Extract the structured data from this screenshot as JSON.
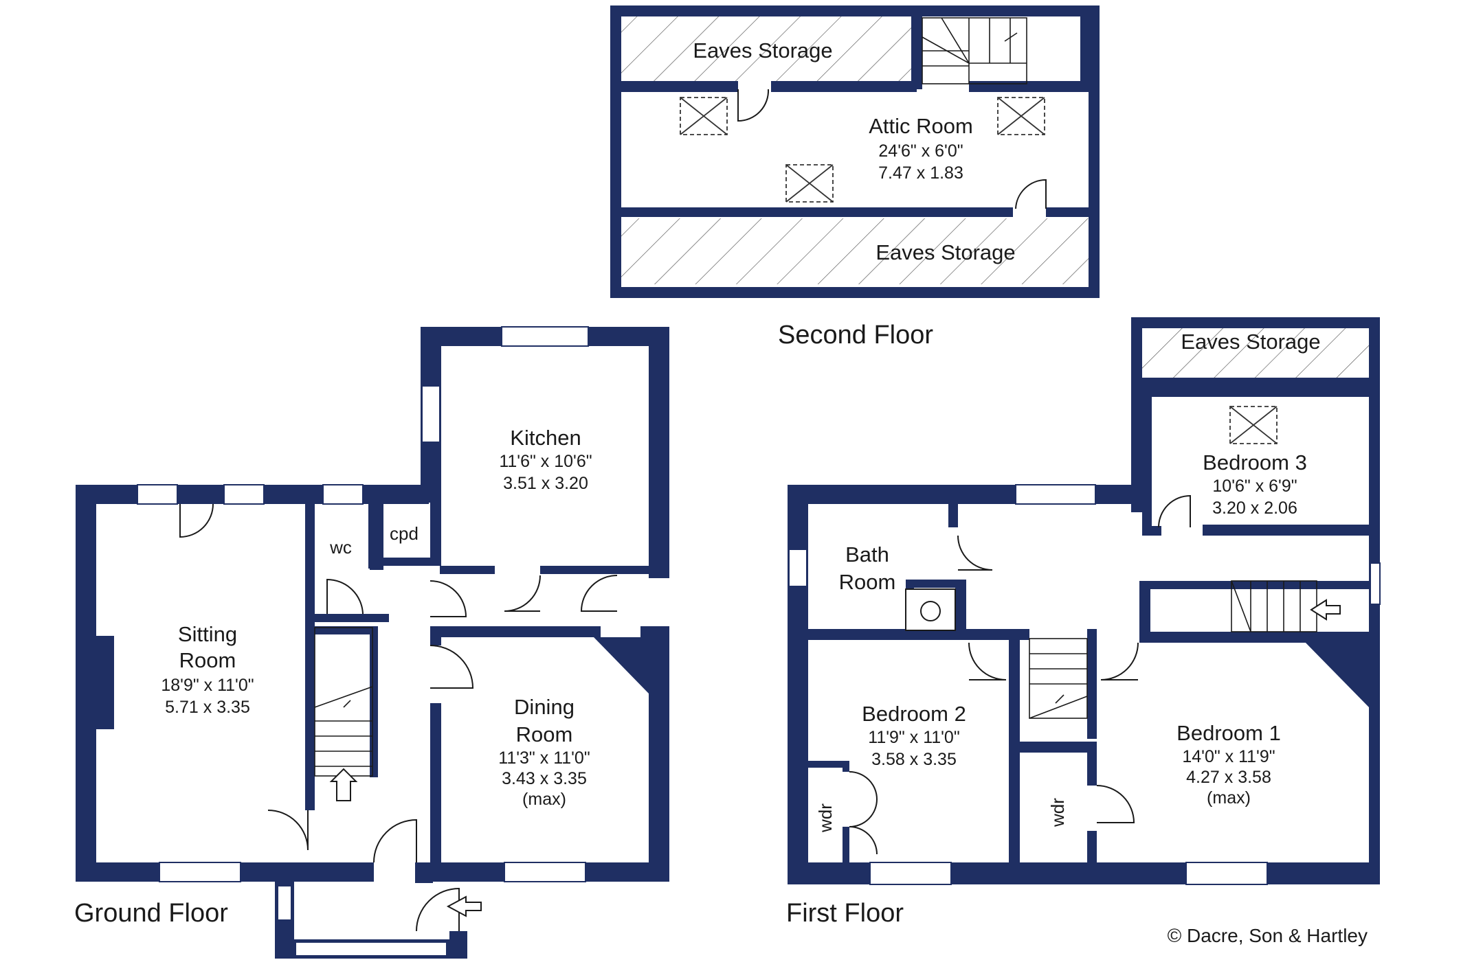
{
  "floors": {
    "ground": "Ground Floor",
    "first": "First Floor",
    "second": "Second Floor"
  },
  "rooms": {
    "attic": {
      "name": "Attic Room",
      "dim_imperial": "24'6\" x 6'0\"",
      "dim_metric": "7.47 x 1.83"
    },
    "eaves_storage": "Eaves Storage",
    "kitchen": {
      "name": "Kitchen",
      "dim_imperial": "11'6\" x 10'6\"",
      "dim_metric": "3.51 x 3.20"
    },
    "sitting": {
      "name_line1": "Sitting",
      "name_line2": "Room",
      "dim_imperial": "18'9\" x 11'0\"",
      "dim_metric": "5.71 x 3.35"
    },
    "dining": {
      "name_line1": "Dining",
      "name_line2": "Room",
      "dim_imperial": "11'3\" x 11'0\"",
      "dim_metric": "3.43 x 3.35",
      "note": "(max)"
    },
    "wc": "wc",
    "cpd": "cpd",
    "bath": {
      "name_line1": "Bath",
      "name_line2": "Room"
    },
    "bedroom1": {
      "name": "Bedroom 1",
      "dim_imperial": "14'0\" x 11'9\"",
      "dim_metric": "4.27 x 3.58",
      "note": "(max)"
    },
    "bedroom2": {
      "name": "Bedroom 2",
      "dim_imperial": "11'9\" x 11'0\"",
      "dim_metric": "3.58 x 3.35"
    },
    "bedroom3": {
      "name": "Bedroom 3",
      "dim_imperial": "10'6\" x 6'9\"",
      "dim_metric": "3.20 x 2.06"
    },
    "wardrobe": "wdr"
  },
  "copyright": "© Dacre, Son & Hartley",
  "colors": {
    "wall": "#1f2f63",
    "background": "#ffffff",
    "text": "#1a1a1a"
  }
}
